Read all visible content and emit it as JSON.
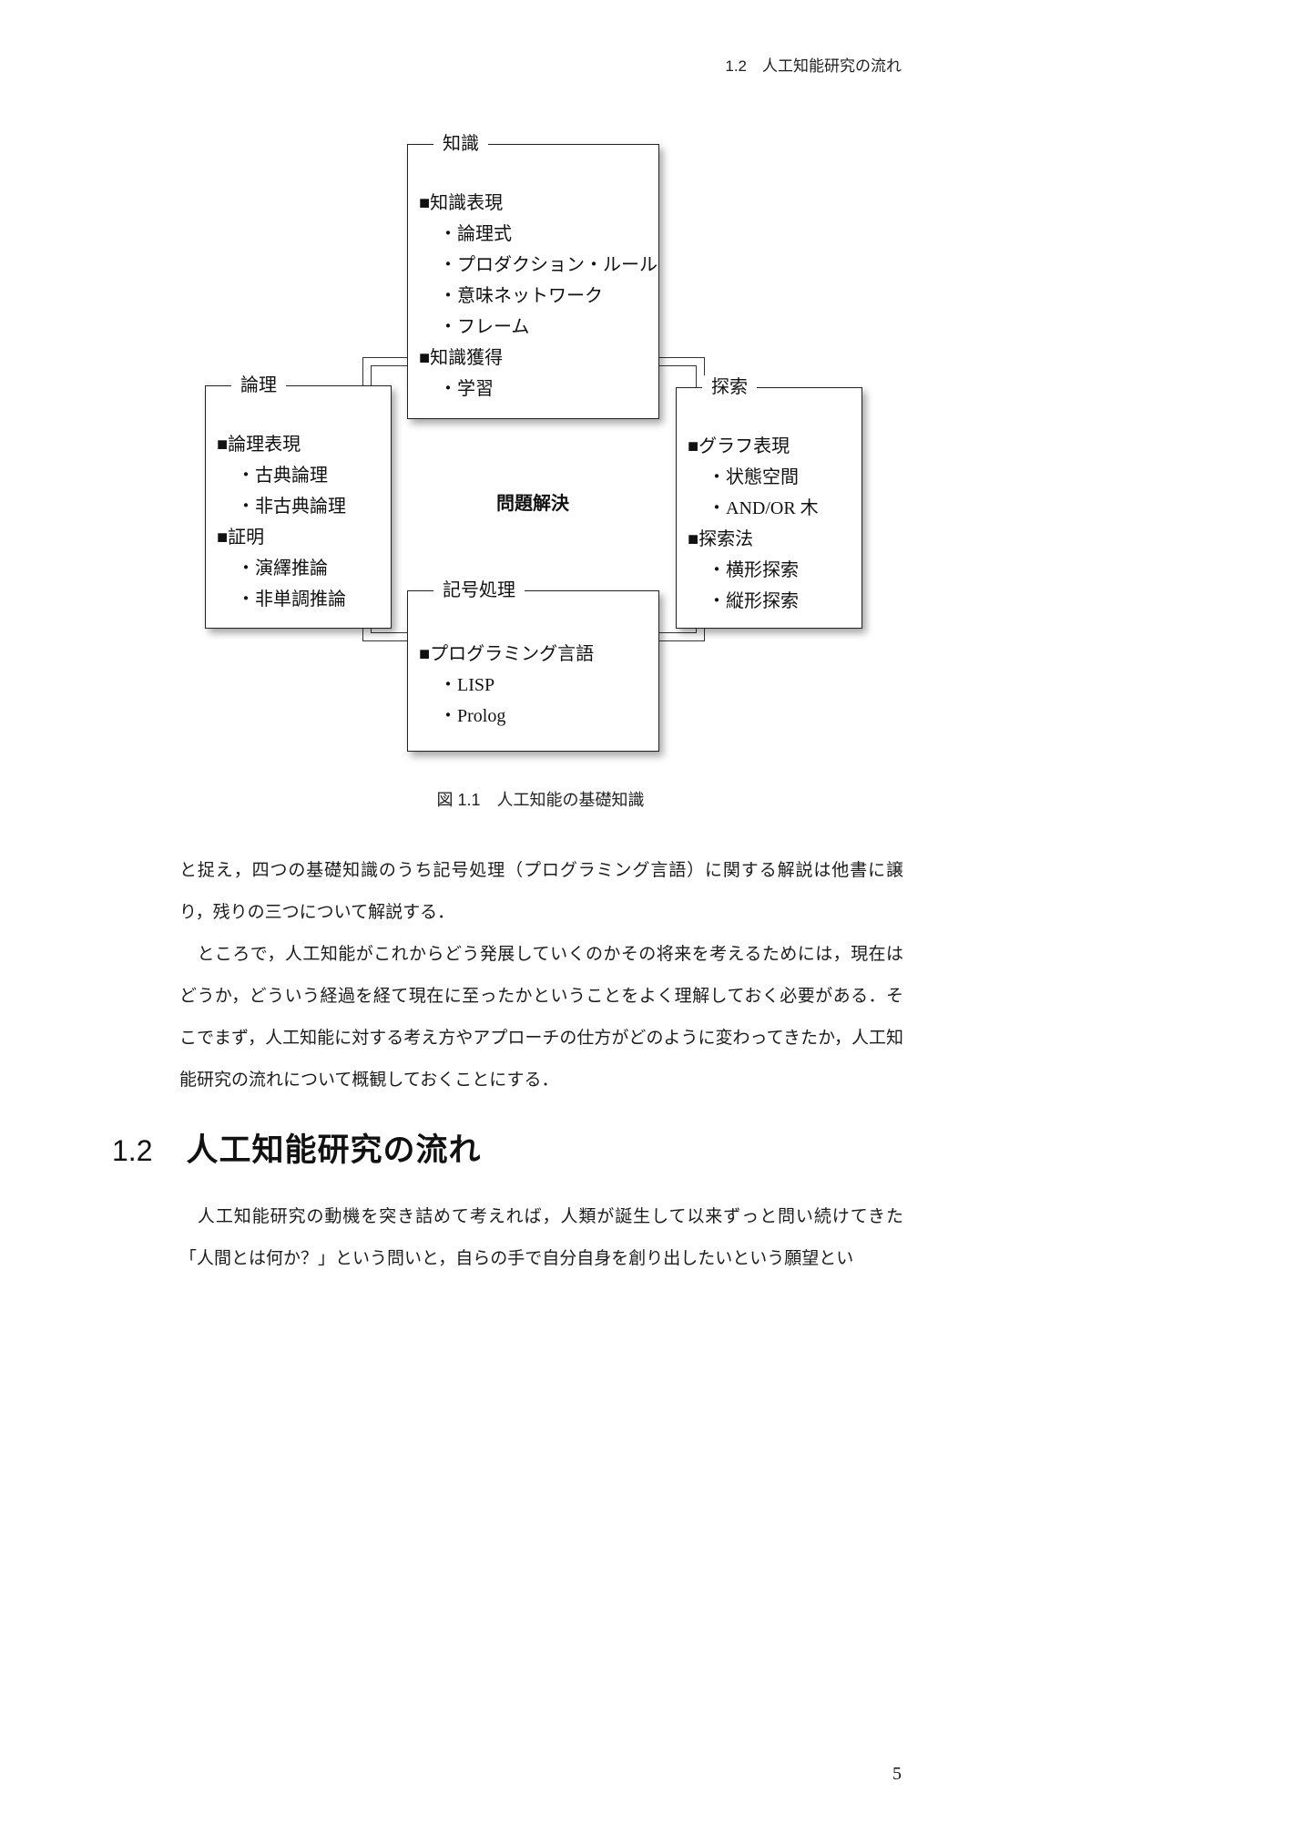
{
  "header": {
    "text": "1.2　人工知能研究の流れ"
  },
  "figure": {
    "center_label": "問題解決",
    "caption": "図 1.1　人工知能の基礎知識",
    "boxes": [
      {
        "title": "知識",
        "items": [
          "■知識表現",
          "・論理式",
          "・プロダクション・ルール",
          "・意味ネットワーク",
          "・フレーム",
          "■知識獲得",
          "・学習"
        ]
      },
      {
        "title": "論理",
        "items": [
          "■論理表現",
          "・古典論理",
          "・非古典論理",
          "■証明",
          "・演繹推論",
          "・非単調推論"
        ]
      },
      {
        "title": "探索",
        "items": [
          "■グラフ表現",
          "・状態空間",
          "・AND/OR 木",
          "■探索法",
          "・横形探索",
          "・縦形探索"
        ]
      },
      {
        "title": "記号処理",
        "items": [
          "■プログラミング言語",
          "・LISP",
          "・Prolog"
        ]
      }
    ]
  },
  "body": {
    "p1": "と捉え，四つの基礎知識のうち記号処理（プログラミング言語）に関する解説は他書に譲り，残りの三つについて解説する．",
    "p2": "　ところで，人工知能がこれからどう発展していくのかその将来を考えるためには，現在はどうか，どういう経過を経て現在に至ったかということをよく理解しておく必要がある．そこでまず，人工知能に対する考え方やアプローチの仕方がどのように変わってきたか，人工知能研究の流れについて概観しておくことにする．",
    "p3": "　人工知能研究の動機を突き詰めて考えれば，人類が誕生して以来ずっと問い続けてきた「人間とは何か？」という問いと，自らの手で自分自身を創り出したいという願望とい"
  },
  "section": {
    "number": "1.2",
    "title": "人工知能研究の流れ"
  },
  "page_number": "5"
}
